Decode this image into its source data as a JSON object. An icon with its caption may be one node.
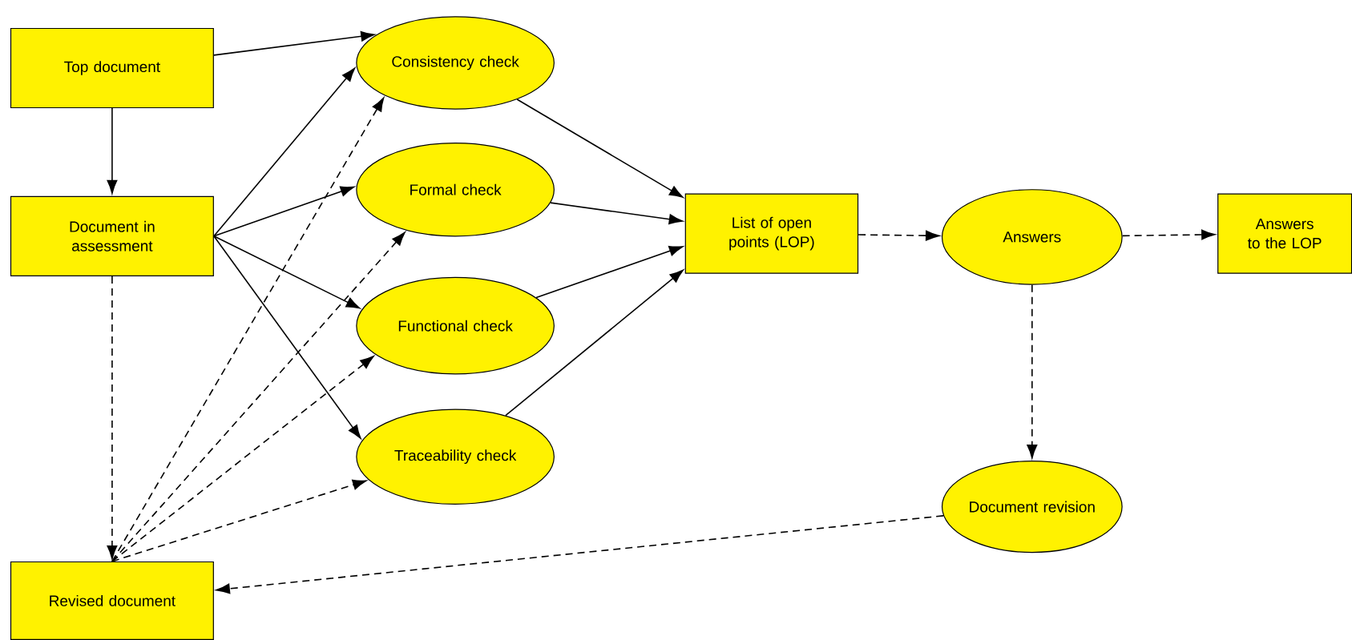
{
  "diagram": {
    "nodes": [
      {
        "text": [
          "Top document"
        ]
      },
      {
        "text": [
          "Document in assessment"
        ]
      },
      {
        "text": [
          "Consistency check"
        ]
      },
      {
        "text": [
          "Formal check"
        ]
      },
      {
        "text": [
          "Functional check"
        ]
      },
      {
        "text": [
          "Traceability check"
        ]
      },
      {
        "text": [
          "List of open points (LOP)"
        ]
      },
      {
        "text": [
          "Answers"
        ]
      },
      {
        "text": [
          "Answers to the LOP"
        ]
      },
      {
        "text": [
          "Document revision"
        ]
      },
      {
        "text": [
          "Revised document"
        ]
      }
    ],
    "edges": [
      {
        "from": 0,
        "to": 2,
        "arrow": "to"
      },
      {
        "from": 0,
        "to": 1,
        "arrow": "to"
      },
      {
        "from": 1,
        "to": 2,
        "arrow": "to"
      },
      {
        "from": 1,
        "to": 3,
        "arrow": "to"
      },
      {
        "from": 1,
        "to": 4,
        "arrow": "to"
      },
      {
        "from": 1,
        "to": 5,
        "arrow": "to"
      },
      {
        "from": 2,
        "to": 6,
        "arrow": "to"
      },
      {
        "from": 3,
        "to": 6,
        "arrow": "to"
      },
      {
        "from": 4,
        "to": 6,
        "arrow": "to"
      },
      {
        "from": 5,
        "to": 6,
        "arrow": "to"
      },
      {
        "from": 6,
        "to": 7,
        "arrow": "to",
        "style": "dashed"
      },
      {
        "from": 7,
        "to": 8,
        "arrow": "to",
        "style": "dashed"
      },
      {
        "from": 7,
        "to": 9,
        "arrow": "to",
        "style": "dashed"
      },
      {
        "from": 9,
        "to": 10,
        "arrow": "to",
        "style": "dashed"
      },
      {
        "from": 1,
        "to": 10,
        "arrow": "to",
        "style": "dashed"
      },
      {
        "from": 10,
        "to": 2,
        "arrow": "to",
        "style": "dashed"
      },
      {
        "from": 10,
        "to": 3,
        "arrow": "to",
        "style": "dashed"
      },
      {
        "from": 10,
        "to": 4,
        "arrow": "to",
        "style": "dashed"
      },
      {
        "from": 10,
        "to": 5,
        "arrow": "to",
        "style": "dashed"
      }
    ]
  }
}
